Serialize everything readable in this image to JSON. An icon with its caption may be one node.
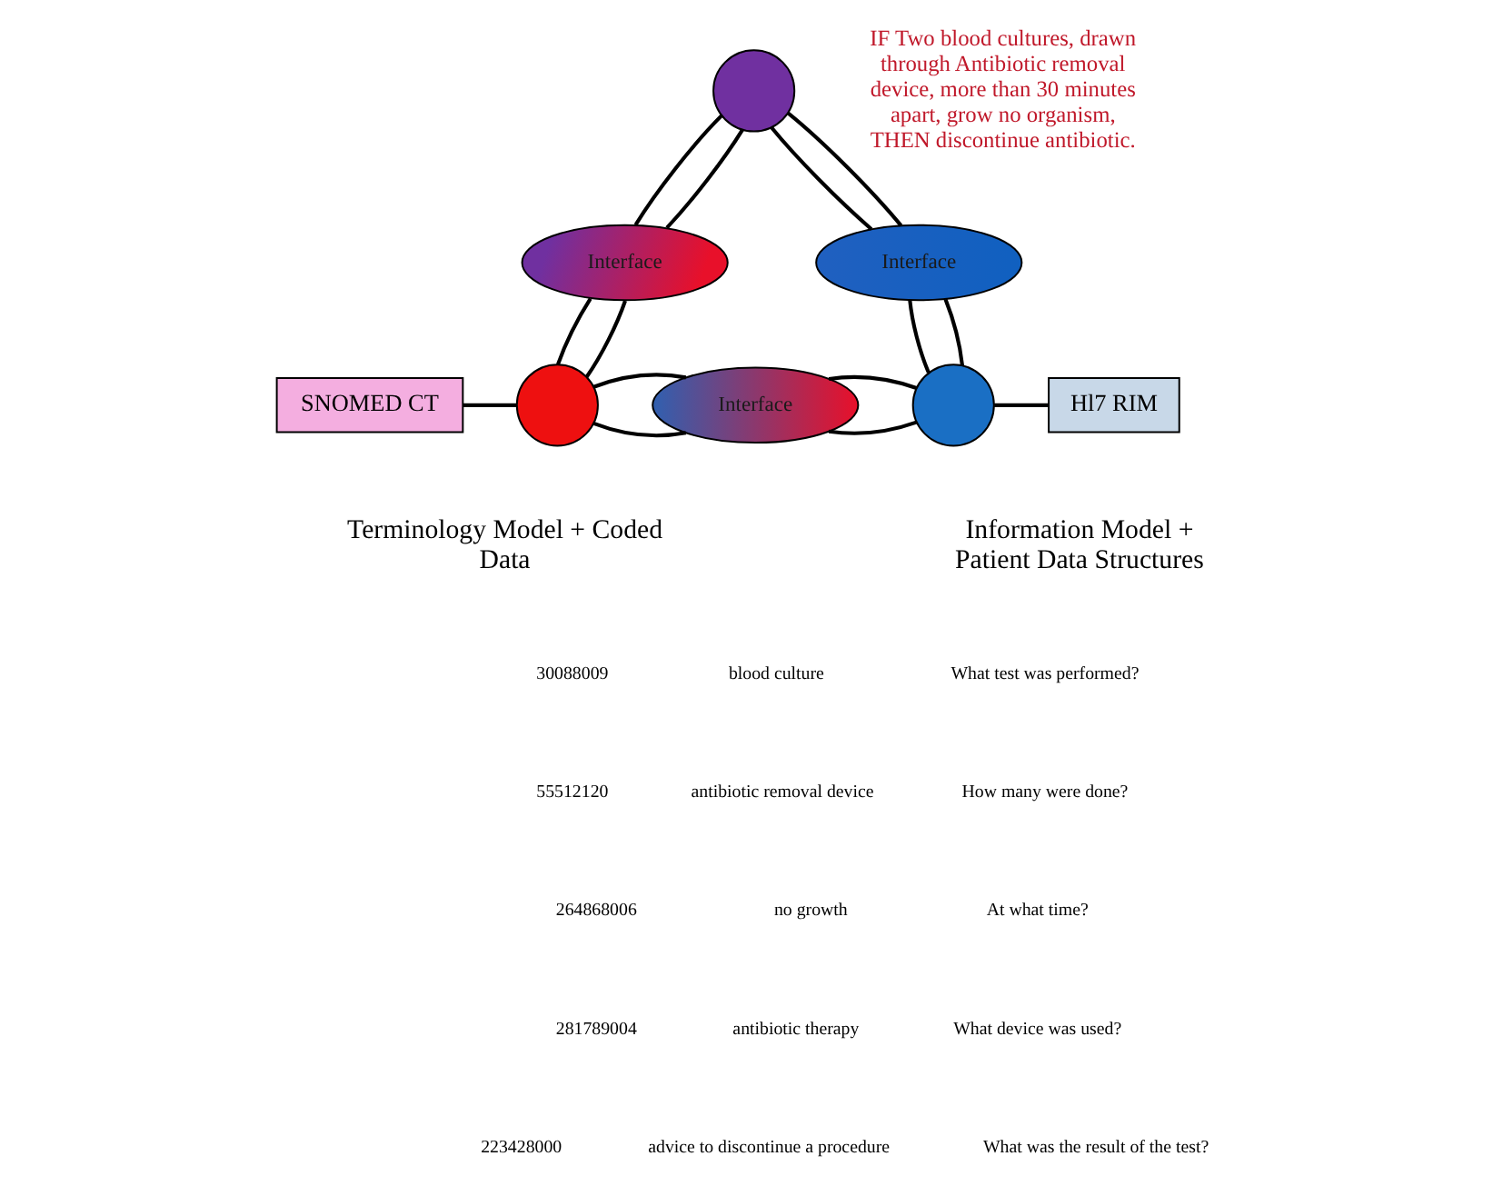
{
  "diagram": {
    "nodes": [
      {
        "text": [],
        "shape": "circle"
      },
      {
        "text": [
          "Interface"
        ]
      },
      {
        "text": [
          "Interface"
        ]
      },
      {
        "text": [
          "SNOMED CT"
        ]
      },
      {
        "text": [],
        "shape": "circle"
      },
      {
        "text": [
          "Interface"
        ]
      },
      {
        "text": [],
        "shape": "circle"
      },
      {
        "text": [
          "Hl7 RIM"
        ]
      }
    ],
    "edges": [
      {
        "from": 0,
        "to": 1,
        "arrow": "none"
      },
      {
        "from": 0,
        "to": 1,
        "arrow": "none"
      },
      {
        "from": 0,
        "to": 2,
        "arrow": "none"
      },
      {
        "from": 0,
        "to": 2,
        "arrow": "none"
      },
      {
        "from": 1,
        "to": 4,
        "arrow": "none"
      },
      {
        "from": 1,
        "to": 4,
        "arrow": "none"
      },
      {
        "from": 2,
        "to": 6,
        "arrow": "none"
      },
      {
        "from": 2,
        "to": 6,
        "arrow": "none"
      },
      {
        "from": 3,
        "to": 4,
        "arrow": "none"
      },
      {
        "from": 4,
        "to": 5,
        "arrow": "none"
      },
      {
        "from": 4,
        "to": 5,
        "arrow": "none"
      },
      {
        "from": 5,
        "to": 6,
        "arrow": "none"
      },
      {
        "from": 5,
        "to": 6,
        "arrow": "none"
      },
      {
        "from": 6,
        "to": 7,
        "arrow": "none"
      }
    ],
    "labels": [
      "IF Two blood cultures, drawn through Antibiotic removal device, more than 30 minutes apart, grow no organism, THEN discontinue antibiotic.",
      "Terminology Model + Coded Data",
      "Information Model + Patient Data Structures",
      "30088009",
      "blood culture",
      "55512120",
      "antibiotic removal device",
      "264868006",
      "no growth",
      "281789004",
      "antibiotic therapy",
      "223428000",
      "advice to discontinue a procedure",
      "What test was performed?",
      "How many were done?",
      "At what time?",
      "What device was used?",
      "What was the result of the test?"
    ]
  }
}
